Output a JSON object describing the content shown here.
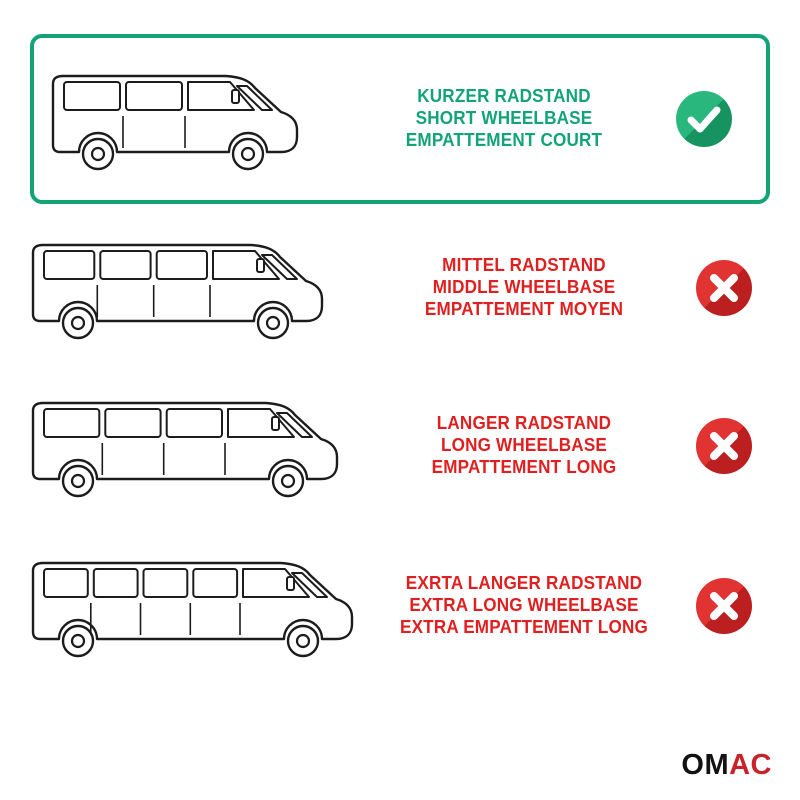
{
  "poster": {
    "background": "#ffffff"
  },
  "colors": {
    "green_text": "#12A377",
    "green_border": "#12A377",
    "red_text": "#E02020",
    "outline": "#1c1c1c",
    "icon_green": {
      "main": "#29B77E",
      "dark": "#179360"
    },
    "icon_red": {
      "main": "#E23333",
      "dark": "#BB1F1F"
    }
  },
  "rows": [
    {
      "id": "short-wheelbase",
      "status": "included",
      "text_color": "#12A377",
      "label_lines": [
        "KURZER RADSTAND",
        "SHORT WHEELBASE",
        "EMPATTEMENT COURT"
      ],
      "van": {
        "length": 250,
        "windows": 2
      }
    },
    {
      "id": "middle-wheelbase",
      "status": "excluded",
      "text_color": "#E02020",
      "label_lines": [
        "MITTEL RADSTAND",
        "MIDDLE WHEELBASE",
        "EMPATTEMENT MOYEN"
      ],
      "van": {
        "length": 295,
        "windows": 3
      }
    },
    {
      "id": "long-wheelbase",
      "status": "excluded",
      "text_color": "#E02020",
      "label_lines": [
        "LANGER RADSTAND",
        "LONG WHEELBASE",
        "EMPATTEMENT LONG"
      ],
      "van": {
        "length": 310,
        "windows": 3
      }
    },
    {
      "id": "extra-long-wheelbase",
      "status": "excluded",
      "text_color": "#E02020",
      "label_lines": [
        "EXRTA LANGER RADSTAND",
        "EXTRA LONG WHEELBASE",
        "EXTRA EMPATTEMENT LONG"
      ],
      "van": {
        "length": 325,
        "windows": 4
      }
    }
  ],
  "logo": {
    "om": "OM",
    "ac": "AC"
  }
}
